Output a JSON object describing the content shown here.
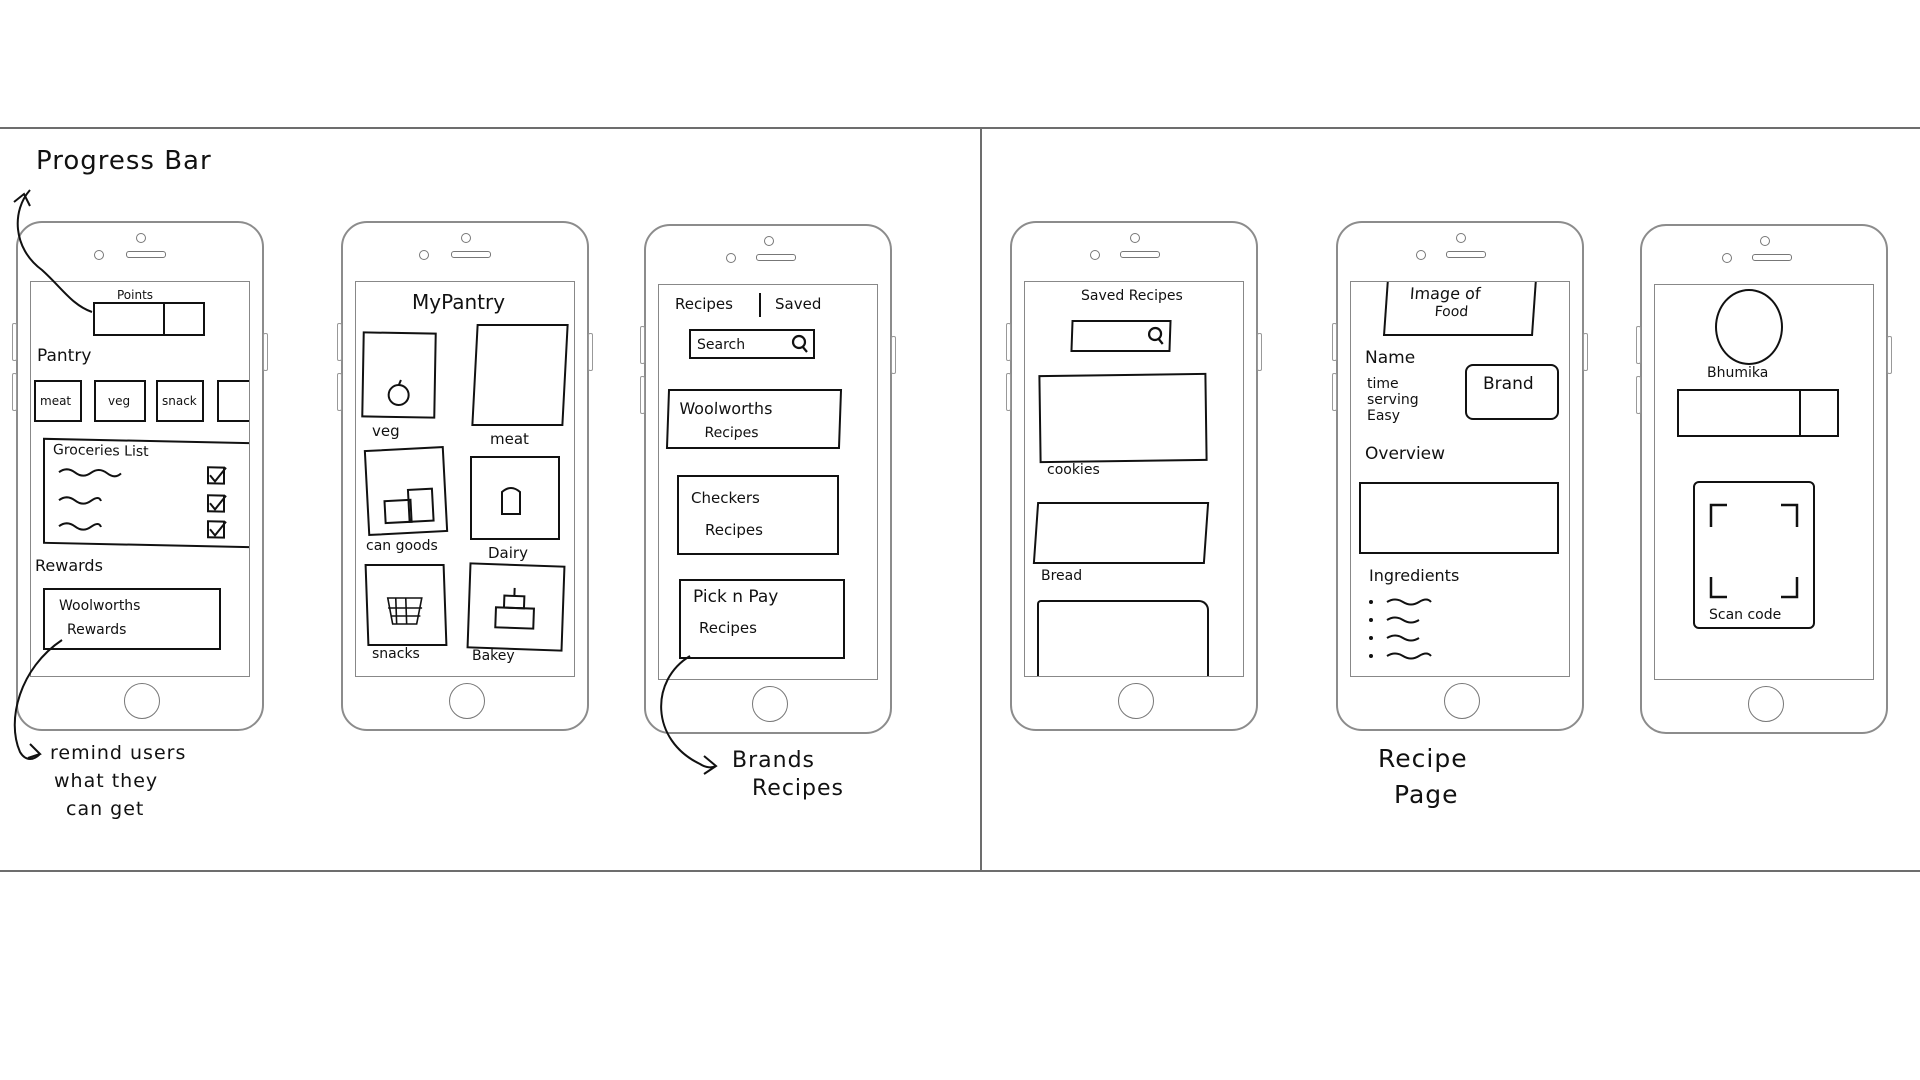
{
  "annotations": {
    "progress_bar": "Progress Bar",
    "remind_line1": "remind users",
    "remind_line2": "what they",
    "remind_line3": "can get",
    "brands_line1": "Brands",
    "brands_line2": "Recipes",
    "recipe_line1": "Recipe",
    "recipe_line2": "Page"
  },
  "screen1": {
    "points": "Points",
    "pantry": "Pantry",
    "chips": [
      "meat",
      "veg",
      "snack"
    ],
    "groceries": "Groceries List",
    "rewards": "Rewards",
    "rewards_card": [
      "Woolworths",
      "Rewards"
    ]
  },
  "screen2": {
    "title": "MyPantry",
    "tiles": [
      "veg",
      "meat",
      "can goods",
      "Dairy",
      "snacks",
      "Bakey"
    ]
  },
  "screen3": {
    "tab_recipes": "Recipes",
    "tab_saved": "Saved",
    "search": "Search",
    "brands": [
      [
        "Woolworths",
        "Recipes"
      ],
      [
        "Checkers",
        "Recipes"
      ],
      [
        "Pick n Pay",
        "Recipes"
      ]
    ]
  },
  "screen4": {
    "title": "Saved Recipes",
    "items": [
      "cookies",
      "Bread"
    ]
  },
  "screen5": {
    "image": [
      "Image of",
      "Food"
    ],
    "name": "Name",
    "meta": [
      "time",
      "serving",
      "Easy"
    ],
    "brand": "Brand",
    "overview": "Overview",
    "ingredients": "Ingredients"
  },
  "screen6": {
    "user": "Bhumika",
    "scan": "Scan code"
  }
}
